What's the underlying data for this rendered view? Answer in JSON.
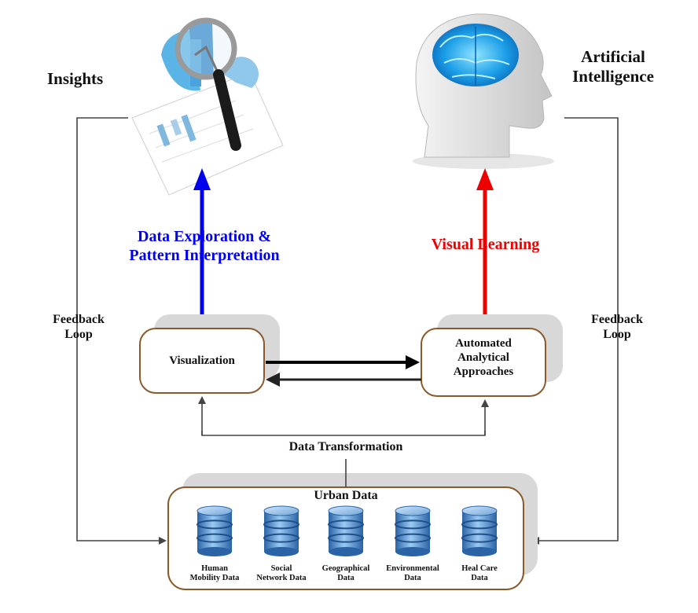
{
  "insights": {
    "label": "Insights"
  },
  "ai": {
    "line1": "Artificial",
    "line2": "Intelligence"
  },
  "left_path": {
    "line1": "Data Exploration &",
    "line2": "Pattern Interpretation",
    "color": "#0000ee"
  },
  "right_path": {
    "label": "Visual Learning",
    "color": "#ee0000"
  },
  "feedback_left": {
    "line1": "Feedback",
    "line2": "Loop"
  },
  "feedback_right": {
    "line1": "Feedback",
    "line2": "Loop"
  },
  "visualization": {
    "label": "Visualization"
  },
  "automated": {
    "line1": "Automated",
    "line2": "Analytical",
    "line3": "Approaches"
  },
  "transformation": {
    "label": "Data Transformation"
  },
  "urban": {
    "title": "Urban Data",
    "items": [
      {
        "line1": "Human",
        "line2": "Mobility Data"
      },
      {
        "line1": "Social",
        "line2": "Network Data"
      },
      {
        "line1": "Geographical",
        "line2": "Data"
      },
      {
        "line1": "Environmental",
        "line2": "Data"
      },
      {
        "line1": "Heal Care",
        "line2": "Data"
      }
    ]
  },
  "colors": {
    "box_border": "#8b5a2b",
    "shadow": "#d8d8d8",
    "db_blue": "#3d7fc1"
  }
}
